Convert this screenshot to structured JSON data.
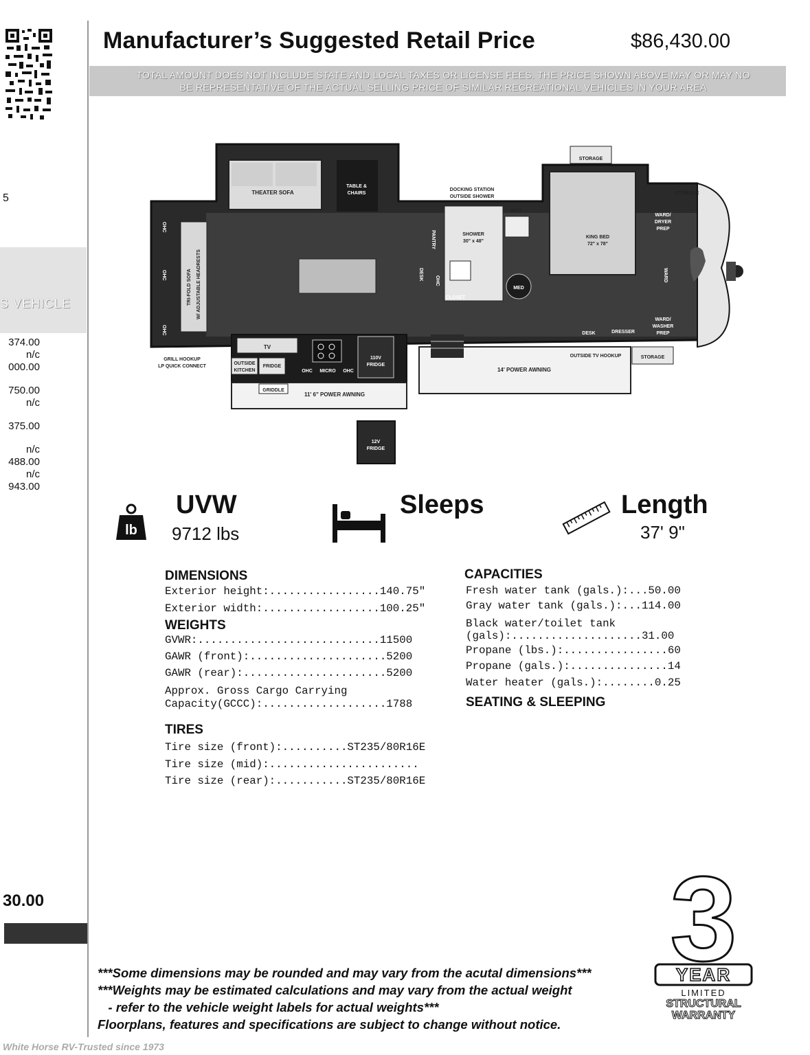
{
  "header": {
    "title": "Manufacturer’s Suggested Retail Price",
    "price": "$86,430.00",
    "disclaimer_line1": "TOTAL AMOUNT DOES NOT INCLUDE STATE AND LOCAL TAXES OR LICENSE FEES. THE PRICE SHOWN ABOVE MAY OR MAY NO",
    "disclaimer_line2": "BE REPRESENTATIVE OF THE ACTUAL SELLING PRICE OF SIMILAR RECREATIONAL VEHICLES IN YOUR AREA"
  },
  "left_strip": {
    "mark": "5",
    "section_label": "S VEHICLE",
    "values": [
      "374.00",
      "n/c",
      "000.00",
      "750.00",
      "n/c",
      "375.00",
      "n/c",
      "488.00",
      "n/c",
      "943.00"
    ],
    "total": "30.00"
  },
  "floorplan": {
    "labels": {
      "theater_sofa": "THEATER SOFA",
      "table_chairs_1": "TABLE &",
      "table_chairs_2": "CHAIRS",
      "storage_top": "STORAGE",
      "storage_front": "STORAGE",
      "storage_bottom": "STORAGE",
      "docking_1": "DOCKING STATION",
      "docking_2": "OUTSIDE SHOWER",
      "med_top": "MED",
      "pantry": "PANTRY",
      "shower_1": "SHOWER",
      "shower_2": "30\" x 48\"",
      "king_bed_1": "KING BED",
      "king_bed_2": "72\" x 78\"",
      "ward_dryer_1": "WARD/",
      "ward_dryer_2": "DRYER",
      "ward_dryer_3": "PREP",
      "ward": "WARD",
      "ward_washer_1": "WARD/",
      "ward_washer_2": "WASHER",
      "ward_washer_3": "PREP",
      "ohc": "OHC",
      "trifold_1": "TRI-FOLD SOFA",
      "trifold_2": "W/ ADJUSTABLE HEADRESTS",
      "desk_rot": "DESK",
      "closet": "CLOSET",
      "med_round": "MED",
      "desk": "DESK",
      "dresser": "DRESSER",
      "tv": "TV",
      "grill_1": "GRILL HOOKUP",
      "grill_2": "LP QUICK CONNECT",
      "outside_kitchen_1": "OUTSIDE",
      "outside_kitchen_2": "KITCHEN",
      "fridge": "FRIDGE",
      "micro": "MICRO",
      "fridge110_1": "110V",
      "fridge110_2": "FRIDGE",
      "outside_tv": "OUTSIDE TV HOOKUP",
      "power_awning_14": "14' POWER AWNING",
      "griddle": "GRIDDLE",
      "power_awning_11": "11' 6\" POWER AWNING",
      "fridge12_1": "12V",
      "fridge12_2": "FRIDGE"
    }
  },
  "features": {
    "uvw_label": "UVW",
    "uvw_value": "9712 lbs",
    "uvw_icon_text": "lb",
    "sleeps_label": "Sleeps",
    "length_label": "Length",
    "length_value": "37' 9\""
  },
  "specs": {
    "dimensions_heading": "DIMENSIONS",
    "dimensions": [
      "Exterior height:.................140.75\"",
      "Exterior width:..................100.25\""
    ],
    "weights_heading": "WEIGHTS",
    "weights": [
      "GVWR:............................11500",
      "GAWR (front):.....................5200",
      "GAWR (rear):......................5200",
      "Approx. Gross Cargo Carrying",
      "Capacity(GCCC):...................1788"
    ],
    "tires_heading": "TIRES",
    "tires": [
      "Tire size (front):..........ST235/80R16E",
      "Tire size (mid):.......................",
      "Tire size (rear):...........ST235/80R16E"
    ],
    "capacities_heading": "CAPACITIES",
    "capacities": [
      "Fresh water tank (gals.):...50.00",
      "Gray water tank (gals.):...114.00",
      "Black water/toilet tank",
      "(gals):....................31.00",
      "Propane (lbs.):................60",
      "Propane (gals.):...............14",
      "Water heater (gals.):........0.25"
    ],
    "seating_heading": "SEATING & SLEEPING"
  },
  "notes": [
    "***Some dimensions may be rounded and may vary from the acutal dimensions***",
    "***Weights may be estimated calculations and may vary from the actual weight",
    "   - refer to the vehicle weight labels for actual weights***",
    "Floorplans, features and specifications are subject to change without notice."
  ],
  "warranty": {
    "number": "3",
    "year": "YEAR",
    "limited": "LIMITED",
    "structural": "STRUCTURAL",
    "warranty": "WARRANTY"
  },
  "watermark": "White Horse RV-Trusted since 1973"
}
